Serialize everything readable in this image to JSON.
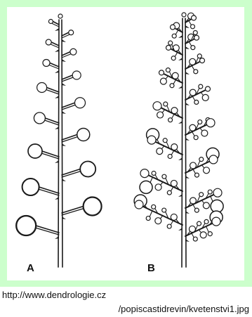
{
  "figure": {
    "panel_labels": [
      "A",
      "B"
    ],
    "description_a": "raceme-like inflorescence with single flowers on pedicels",
    "description_b": "panicle-like inflorescence with branched clusters of flowers"
  },
  "source": {
    "line1": "http://www.dendrologie.cz",
    "line2": "/popiscastidrevin/kvetenstvi1.jpg"
  },
  "colors": {
    "frame": "#ccffcc",
    "panel": "#ffffff",
    "ink": "#1a1a1a"
  }
}
